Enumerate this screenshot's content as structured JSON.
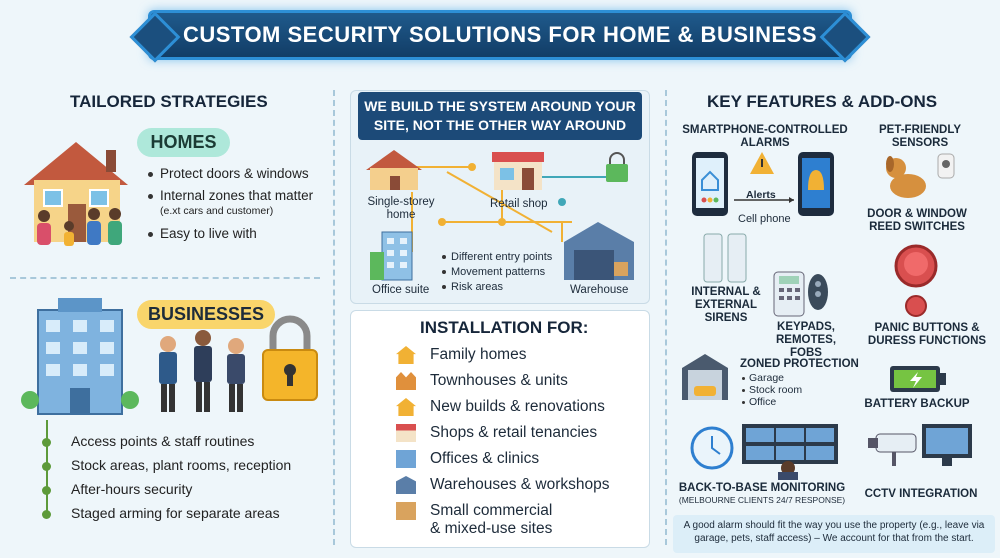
{
  "banner": {
    "title": "CUSTOM SECURITY SOLUTIONS FOR HOME & BUSINESS"
  },
  "left": {
    "heading": "TAILORED STRATEGIES",
    "homes": {
      "label": "HOMES",
      "bullets": [
        "Protect doors & windows",
        "Internal zones that matter",
        "(e.xt cars and customer)",
        "Easy to live with"
      ]
    },
    "businesses": {
      "label": "BUSINESSES",
      "bullets": [
        "Access points & staff routines",
        "Stock areas, plant rooms, reception",
        "After-hours security",
        "Staged arming for separate areas"
      ]
    }
  },
  "middle": {
    "system_title": "WE BUILD THE SYSTEM AROUND YOUR SITE, NOT THE OTHER WAY AROUND",
    "labels": {
      "home": "Single-storey home",
      "shop": "Retail shop",
      "office": "Office suite",
      "warehouse": "Warehouse"
    },
    "points": [
      "Different entry points",
      "Movement patterns",
      "Risk areas"
    ],
    "install_title": "INSTALLATION FOR:",
    "install": [
      "Family homes",
      "Townhouses & units",
      "New builds & renovations",
      "Shops & retail tenancies",
      "Offices & clinics",
      "Warehouses & workshops",
      "Small commercial",
      "& mixed-use sites"
    ]
  },
  "right": {
    "heading": "KEY FEATURES & ADD-ONS",
    "smartphone": "SMARTPHONE-CONTROLLED ALARMS",
    "alerts": "Alerts",
    "cell": "Cell phone",
    "pet": "PET-FRIENDLY SENSORS",
    "reed": "DOOR & WINDOW REED SWITCHES",
    "sirens": "INTERNAL & EXTERNAL SIRENS",
    "keypads": "KEYPADS, REMOTES, FOBS",
    "panic": "PANIC BUTTONS & DURESS FUNCTIONS",
    "zoned": "ZONED PROTECTION",
    "zones": [
      "Garage",
      "Stock room",
      "Office"
    ],
    "battery": "BATTERY BACKUP",
    "monitoring": "BACK-TO-BASE MONITORING",
    "monitoring_sub": "(MELBOURNE CLIENTS 24/7 RESPONSE)",
    "cctv": "CCTV INTEGRATION",
    "note": "A good alarm should fit the way you use the property (e.g., leave via garage, pets, staff access) – We account for that from the start."
  }
}
